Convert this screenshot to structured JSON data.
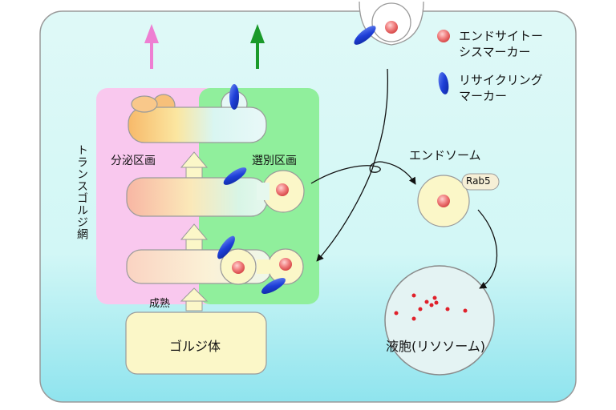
{
  "legend": {
    "endocytosis_marker_line1": "エンドサイトー",
    "endocytosis_marker_line2": "シスマーカー",
    "recycling_marker_line1": "リサイクリング",
    "recycling_marker_line2": "マーカー"
  },
  "labels": {
    "trans_golgi_network": "トランスゴルジ網",
    "secretory_compartment": "分泌区画",
    "sorting_compartment": "選別区画",
    "maturation": "成熟",
    "golgi_body": "ゴルジ体",
    "endosome": "エンドソーム",
    "rab5": "Rab5",
    "vacuole": "液胞(リソソーム)"
  },
  "colors": {
    "cell_top": "#dff9f7",
    "cell_bottom": "#8fe6ee",
    "secretory_zone": "#f9c8ee",
    "sorting_zone": "#8ff09c",
    "endocytosis_marker": "#f07e7e",
    "recycling_marker": "#1e3fd8",
    "pink_arrow": "#ee7fd2",
    "green_arrow": "#1a9a2a",
    "vesicle_fill": "#fbf7c8"
  }
}
